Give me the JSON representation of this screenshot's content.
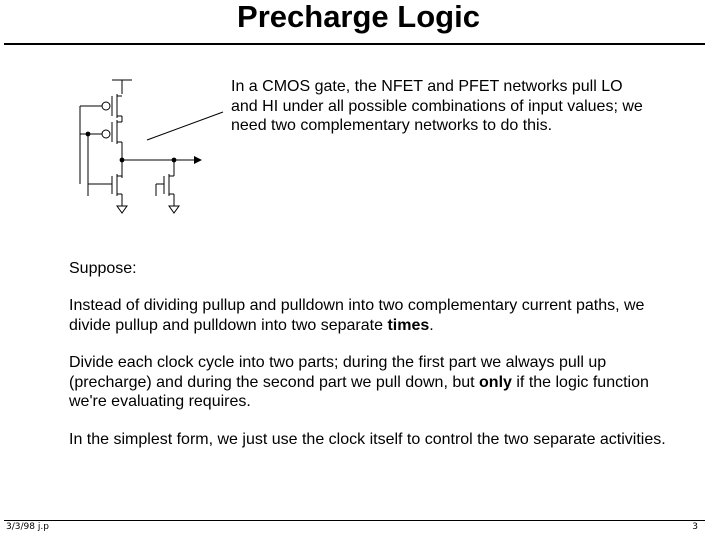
{
  "title": "Precharge Logic",
  "note": "In a CMOS gate, the NFET and PFET networks pull LO and HI under all possible combinations of input values; we need two complementary networks to do this.",
  "paragraphs": [
    {
      "pre": "Suppose:",
      "bold": "",
      "post": ""
    },
    {
      "pre": "Instead of dividing pullup and pulldown into two complementary current paths, we divide pullup and pulldown into two separate ",
      "bold": "times",
      "post": "."
    },
    {
      "pre": "Divide each clock cycle into two parts; during the first part we always pull up (precharge) and during the second part we pull down, but ",
      "bold": "only",
      "post": " if the logic function we're evaluating requires."
    },
    {
      "pre": "In the simplest form, we just use the clock itself to control the two separate activities.",
      "bold": "",
      "post": ""
    }
  ],
  "footer": {
    "left": "3/3/98 j.p",
    "right": "3"
  }
}
